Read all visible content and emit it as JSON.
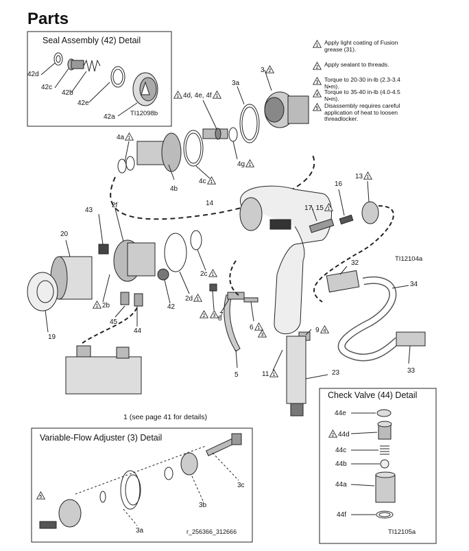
{
  "page_title": "Parts",
  "notes": [
    {
      "num": "1",
      "text": "Apply light coating of Fusion grease (31)."
    },
    {
      "num": "2",
      "text": "Apply sealant to threads."
    },
    {
      "num": "3",
      "text": "Torque to 20-30 in-lb (2.3-3.4 N•m)."
    },
    {
      "num": "4",
      "text": "Torque to 35-40 in-lb (4.0-4.5 N•m)."
    },
    {
      "num": "5",
      "text": "Disassembly requires careful application of heat to loosen threadlocker."
    }
  ],
  "seal_box": {
    "title": "Seal Assembly (42) Detail",
    "figure_id": "TI12098b",
    "labels": {
      "d": "42d",
      "c": "42c",
      "b": "42b",
      "e": "42e",
      "a": "42a"
    }
  },
  "main_labels": {
    "l3": "3",
    "l3a": "3a",
    "l4def": "4d, 4e, 4f",
    "l4a": "4a",
    "l4b": "4b",
    "l4c": "4c",
    "l4g": "4g",
    "l14": "14",
    "l16": "16",
    "l13": "13",
    "l17": "17, 15",
    "l43": "43",
    "l2f": "2f",
    "l20": "20",
    "l2b": "2b",
    "l45": "45",
    "l44": "44",
    "l19": "19",
    "l42": "42",
    "l2d": "2d",
    "l2c": "2c",
    "l7": "7",
    "l8": "8",
    "l6": "6",
    "l5": "5",
    "l32": "32",
    "l34": "34",
    "l9": "9",
    "l33": "33",
    "l11": "11",
    "l23": "23",
    "ti12104a": "TI12104a",
    "page_ref": "1 (see page 41 for details)"
  },
  "check_box": {
    "title": "Check Valve (44) Detail",
    "figure_id": "TI12105a",
    "labels": {
      "e": "44e",
      "d": "44d",
      "c": "44c",
      "b": "44b",
      "a": "44a",
      "f": "44f"
    }
  },
  "vfa_box": {
    "title": "Variable-Flow Adjuster (3) Detail",
    "figure_id": "r_256366_312666",
    "labels": {
      "c": "3c",
      "b": "3b",
      "a": "3a"
    }
  }
}
